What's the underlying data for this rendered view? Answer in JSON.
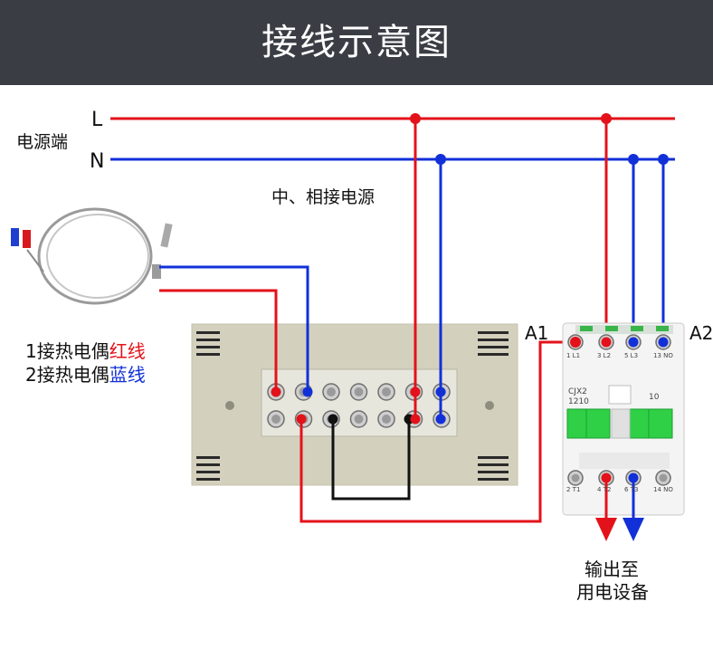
{
  "header": {
    "title": "接线示意图"
  },
  "power": {
    "source_label": "电源端",
    "line_label": "L",
    "neutral_label": "N",
    "phase_note": "中、相接电源"
  },
  "thermocouple": {
    "red_prefix": "1接热电偶",
    "red_word": "红线",
    "blue_prefix": "2接热电偶",
    "blue_word": "蓝线"
  },
  "contactor": {
    "coil_left": "A1",
    "coil_right": "A2",
    "model_line1": "CJX2",
    "model_line2": "1210",
    "rating": "10",
    "top_terminals": [
      "1 L1",
      "3 L2",
      "5 L3",
      "13 NO"
    ],
    "bottom_terminals": [
      "2 T1",
      "4 T2",
      "6 T3",
      "14 NO"
    ]
  },
  "output": {
    "line1": "输出至",
    "line2": "用电设备"
  },
  "colors": {
    "live": "#e3121a",
    "neutral": "#1230d8",
    "jumper": "#111111",
    "header_bg": "#3a3d44"
  }
}
